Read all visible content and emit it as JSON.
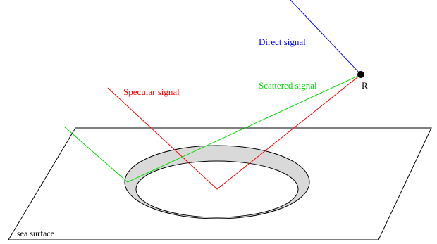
{
  "labels": {
    "direct": "Direct signal",
    "specular": "Specular signal",
    "scattered": "Scattered signal",
    "receiver": "R",
    "surface": "sea surface"
  },
  "colors": {
    "direct": "#0000ff",
    "specular": "#ff0000",
    "scattered": "#00dd00",
    "outline": "#000000",
    "glistening_zone": "#d9d9d9",
    "receiver": "#000000"
  }
}
